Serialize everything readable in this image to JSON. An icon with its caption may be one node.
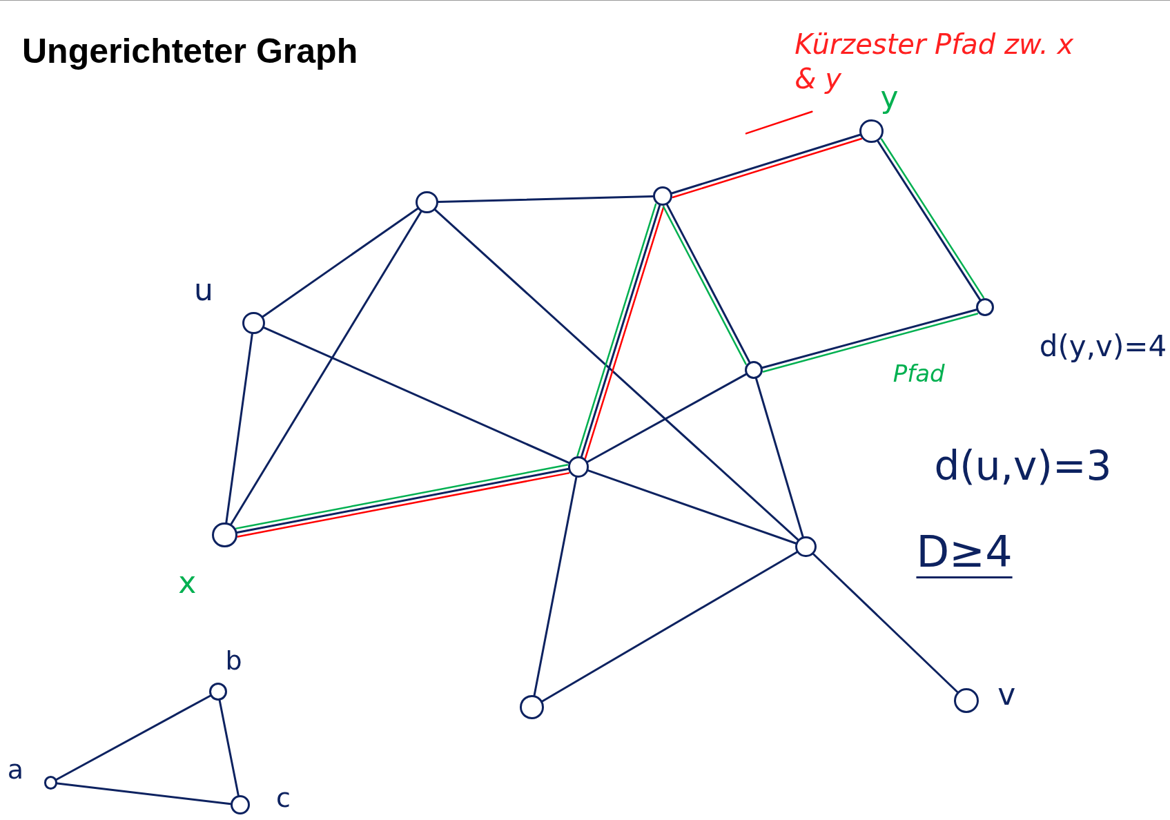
{
  "diagram": {
    "title": "Ungerichteter Graph",
    "nodes": [
      {
        "text": [],
        "shape": "circle"
      },
      {
        "text": [],
        "shape": "circle",
        "beside": [
          "u"
        ]
      },
      {
        "text": [],
        "shape": "circle",
        "beside": [
          "x"
        ]
      },
      {
        "text": [],
        "shape": "circle"
      },
      {
        "text": [],
        "shape": "circle"
      },
      {
        "text": [],
        "shape": "circle",
        "beside": [
          "y"
        ]
      },
      {
        "text": [],
        "shape": "circle"
      },
      {
        "text": [],
        "shape": "circle"
      },
      {
        "text": [],
        "shape": "circle"
      },
      {
        "text": [],
        "shape": "circle"
      },
      {
        "text": [],
        "shape": "circle",
        "beside": [
          "v"
        ]
      },
      {
        "text": [],
        "shape": "circle",
        "beside": [
          "a"
        ]
      },
      {
        "text": [],
        "shape": "circle",
        "beside": [
          "b"
        ]
      },
      {
        "text": [],
        "shape": "circle",
        "beside": [
          "c"
        ]
      },
      {
        "text": [
          "Kürzester Pfad zw. x & y"
        ]
      }
    ],
    "edges": [
      {
        "from": 0,
        "to": 4,
        "arrow": "none"
      },
      {
        "from": 0,
        "to": 1,
        "arrow": "none"
      },
      {
        "from": 0,
        "to": 2,
        "arrow": "none"
      },
      {
        "from": 0,
        "to": 8,
        "arrow": "none"
      },
      {
        "from": 1,
        "to": 2,
        "arrow": "none"
      },
      {
        "from": 1,
        "to": 3,
        "arrow": "none"
      },
      {
        "from": 2,
        "to": 3,
        "arrow": "none"
      },
      {
        "from": 3,
        "to": 4,
        "arrow": "none"
      },
      {
        "from": 3,
        "to": 7,
        "arrow": "none"
      },
      {
        "from": 3,
        "to": 8,
        "arrow": "none"
      },
      {
        "from": 3,
        "to": 9,
        "arrow": "none"
      },
      {
        "from": 4,
        "to": 5,
        "arrow": "none"
      },
      {
        "from": 4,
        "to": 7,
        "arrow": "none"
      },
      {
        "from": 5,
        "to": 6,
        "arrow": "none"
      },
      {
        "from": 6,
        "to": 7,
        "arrow": "none"
      },
      {
        "from": 7,
        "to": 8,
        "arrow": "none"
      },
      {
        "from": 8,
        "to": 9,
        "arrow": "none"
      },
      {
        "from": 8,
        "to": 10,
        "arrow": "none"
      },
      {
        "from": 11,
        "to": 12,
        "arrow": "none"
      },
      {
        "from": 12,
        "to": 13,
        "arrow": "none"
      },
      {
        "from": 11,
        "to": 13,
        "arrow": "none"
      },
      {
        "from": 2,
        "to": 3,
        "arrow": "none",
        "color": "#ff0000"
      },
      {
        "from": 3,
        "to": 4,
        "arrow": "none",
        "color": "#ff0000"
      },
      {
        "from": 4,
        "to": 5,
        "arrow": "none",
        "color": "#ff0000"
      },
      {
        "from": 2,
        "to": 3,
        "arrow": "none",
        "color": "#00b050"
      },
      {
        "from": 3,
        "to": 4,
        "arrow": "none",
        "color": "#00b050"
      },
      {
        "from": 4,
        "to": 7,
        "arrow": "none",
        "color": "#00b050"
      },
      {
        "from": 7,
        "to": 6,
        "arrow": "none",
        "color": "#00b050",
        "label": "Pfad"
      },
      {
        "from": 6,
        "to": 5,
        "arrow": "none",
        "color": "#00b050"
      },
      {
        "from": 14,
        "to": null,
        "arrow": "none",
        "color": "#ff0000"
      }
    ],
    "labels": [
      "d(y,v)=4",
      "d(u,v)=3",
      "D≥4"
    ]
  }
}
